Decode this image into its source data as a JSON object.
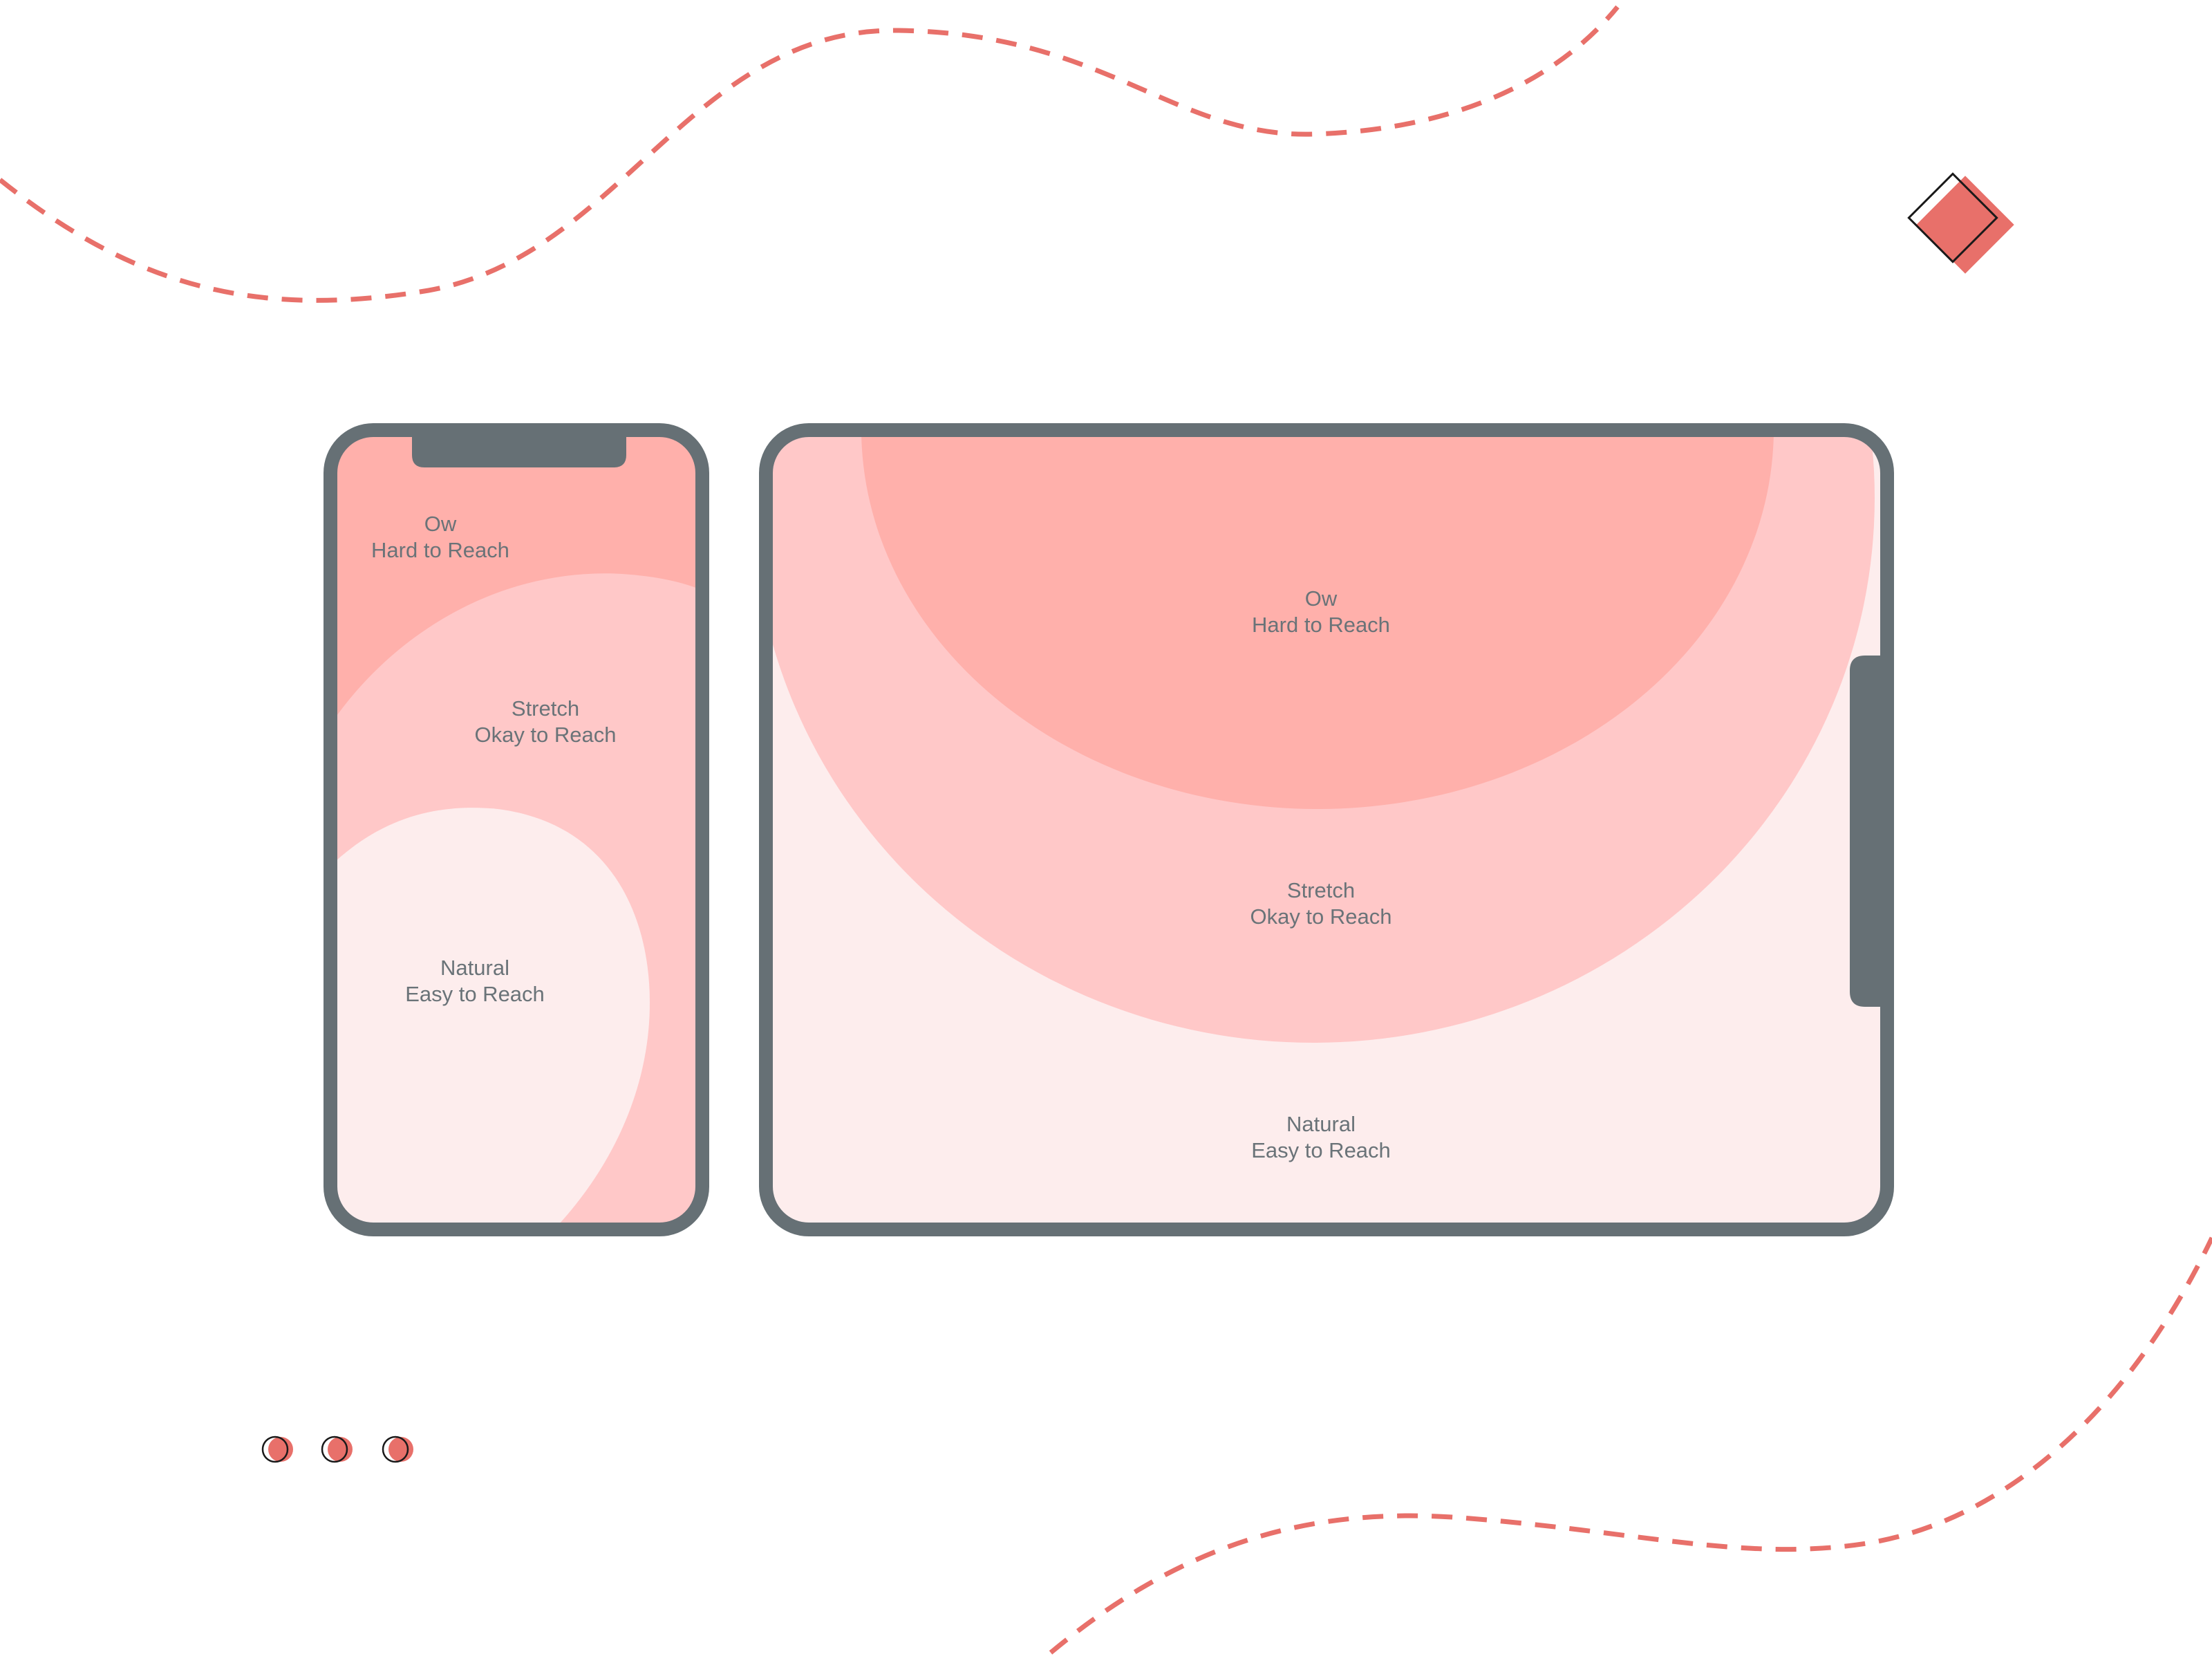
{
  "colors": {
    "background": "#ffffff",
    "device_frame": "#667075",
    "zone_hard": "#ffb0ab",
    "zone_stretch": "#ffc8c8",
    "zone_natural": "#fdeded",
    "accent": "#e8706a",
    "label_text": "#6a7378"
  },
  "phone": {
    "zones": {
      "hard": {
        "line1": "Ow",
        "line2": "Hard to Reach"
      },
      "stretch": {
        "line1": "Stretch",
        "line2": "Okay to Reach"
      },
      "natural": {
        "line1": "Natural",
        "line2": "Easy to Reach"
      }
    }
  },
  "tablet": {
    "zones": {
      "hard": {
        "line1": "Ow",
        "line2": "Hard to Reach"
      },
      "stretch": {
        "line1": "Stretch",
        "line2": "Okay to Reach"
      },
      "natural": {
        "line1": "Natural",
        "line2": "Easy to Reach"
      }
    }
  },
  "decorations": {
    "dashed_wave_icons": [
      "top-wave",
      "bottom-wave"
    ],
    "diamond_icon": "diamond-icon",
    "dot_icons": [
      "dot-icon",
      "dot-icon",
      "dot-icon"
    ]
  }
}
